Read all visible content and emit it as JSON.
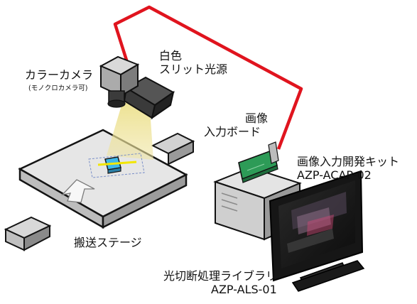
{
  "labels": {
    "camera": "カラーカメラ",
    "camera_note": "(モノクロカメラ可)",
    "light_line1": "白色",
    "light_line2": "スリット光源",
    "board_line1": "画像",
    "board_line2": "入力ボード",
    "kit_line1": "画像入力開発キット",
    "kit_line2": "AZP-ACAP-02",
    "stage": "搬送ステージ",
    "library_line1": "光切断処理ライブラリ",
    "library_line2": "AZP-ALS-01"
  },
  "colors": {
    "cable": "#e0141e",
    "board": "#2d9b57",
    "slit": "#ece08a",
    "laser": "#f2e600",
    "sample": "#3fb9ea"
  },
  "icons": {
    "camera": "camera-icon",
    "light": "slit-light-icon",
    "board": "capture-board-icon",
    "pc": "pc-tower-icon",
    "monitor": "monitor-icon",
    "stage": "conveyor-stage-icon",
    "arrow": "arrow-up-icon"
  }
}
